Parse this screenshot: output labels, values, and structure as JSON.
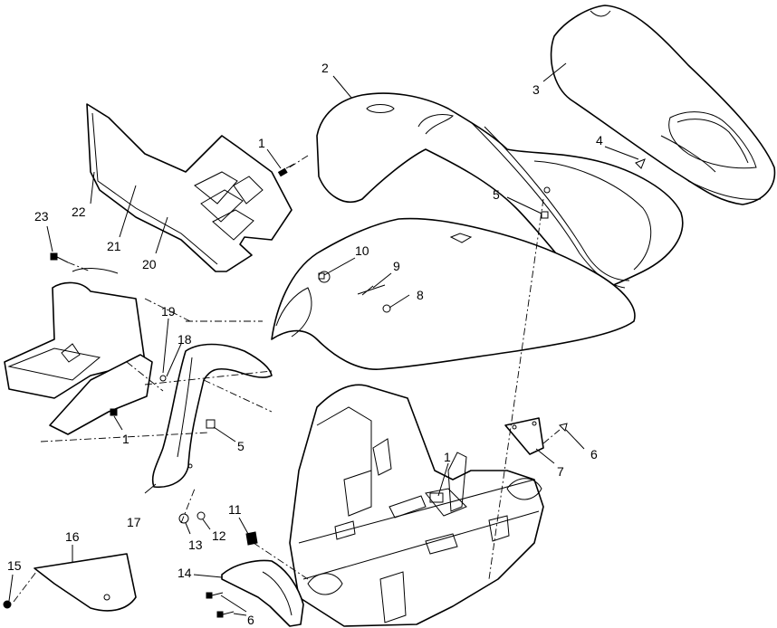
{
  "diagram": {
    "callouts": [
      {
        "id": "c-1a",
        "text": "1"
      },
      {
        "id": "c-2",
        "text": "2"
      },
      {
        "id": "c-3",
        "text": "3"
      },
      {
        "id": "c-4",
        "text": "4"
      },
      {
        "id": "c-5a",
        "text": "5"
      },
      {
        "id": "c-10",
        "text": "10"
      },
      {
        "id": "c-9",
        "text": "9"
      },
      {
        "id": "c-8",
        "text": "8"
      },
      {
        "id": "c-22",
        "text": "22"
      },
      {
        "id": "c-21",
        "text": "21"
      },
      {
        "id": "c-20",
        "text": "20"
      },
      {
        "id": "c-23",
        "text": "23"
      },
      {
        "id": "c-19",
        "text": "19"
      },
      {
        "id": "c-18",
        "text": "18"
      },
      {
        "id": "c-1b",
        "text": "1"
      },
      {
        "id": "c-5b",
        "text": "5"
      },
      {
        "id": "c-1c",
        "text": "1"
      },
      {
        "id": "c-6a",
        "text": "6"
      },
      {
        "id": "c-7",
        "text": "7"
      },
      {
        "id": "c-17",
        "text": "17"
      },
      {
        "id": "c-11",
        "text": "11"
      },
      {
        "id": "c-13",
        "text": "13"
      },
      {
        "id": "c-12",
        "text": "12"
      },
      {
        "id": "c-16",
        "text": "16"
      },
      {
        "id": "c-15",
        "text": "15"
      },
      {
        "id": "c-14",
        "text": "14"
      },
      {
        "id": "c-6b",
        "text": "6"
      }
    ]
  }
}
